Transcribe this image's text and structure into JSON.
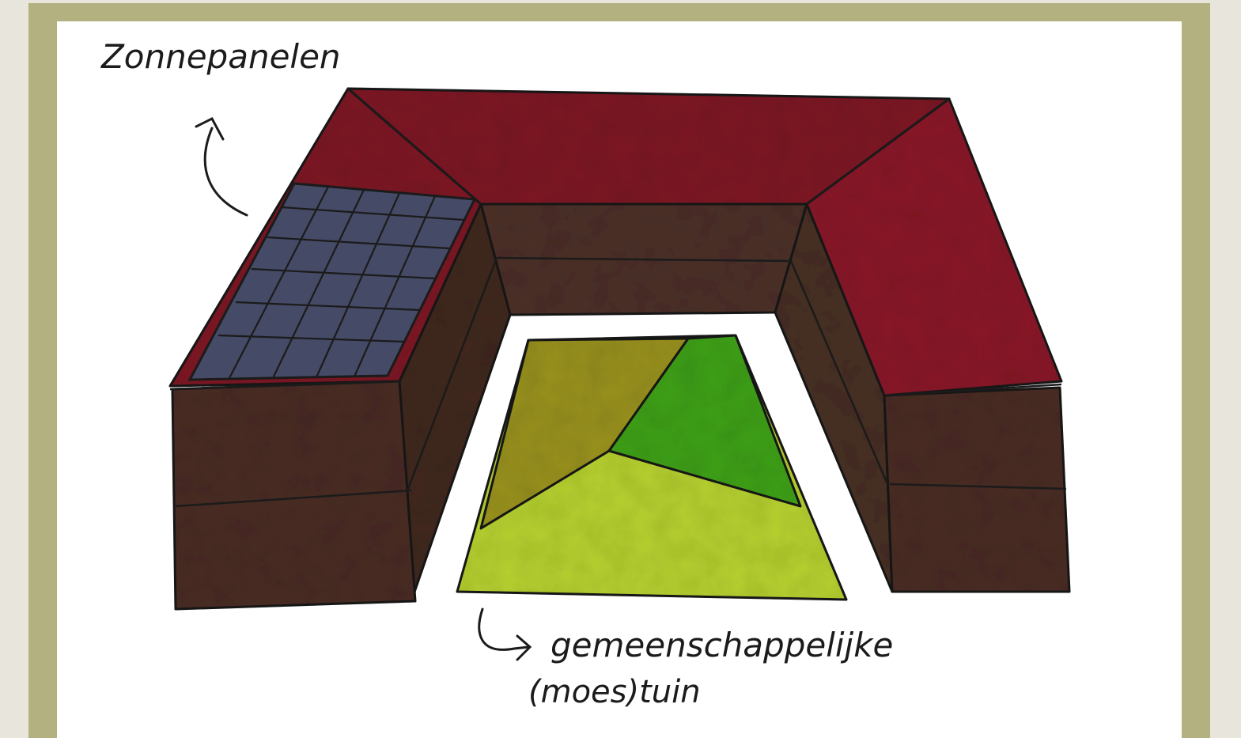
{
  "labels": {
    "solar_panels": "Zonnepanelen",
    "garden_line1": "gemeenschappelijke",
    "garden_line2": "(moes)tuin"
  },
  "colors": {
    "background": "#e8e6dc",
    "frame": "#b3b17f",
    "paper": "#ffffff",
    "roof": "#7e1a26",
    "wall": "#4d3229",
    "solar_panel": "#454a66",
    "garden_olive": "#9a9322",
    "garden_green": "#3fa11c",
    "garden_lime": "#b7d133",
    "ink": "#1b1b1b"
  }
}
